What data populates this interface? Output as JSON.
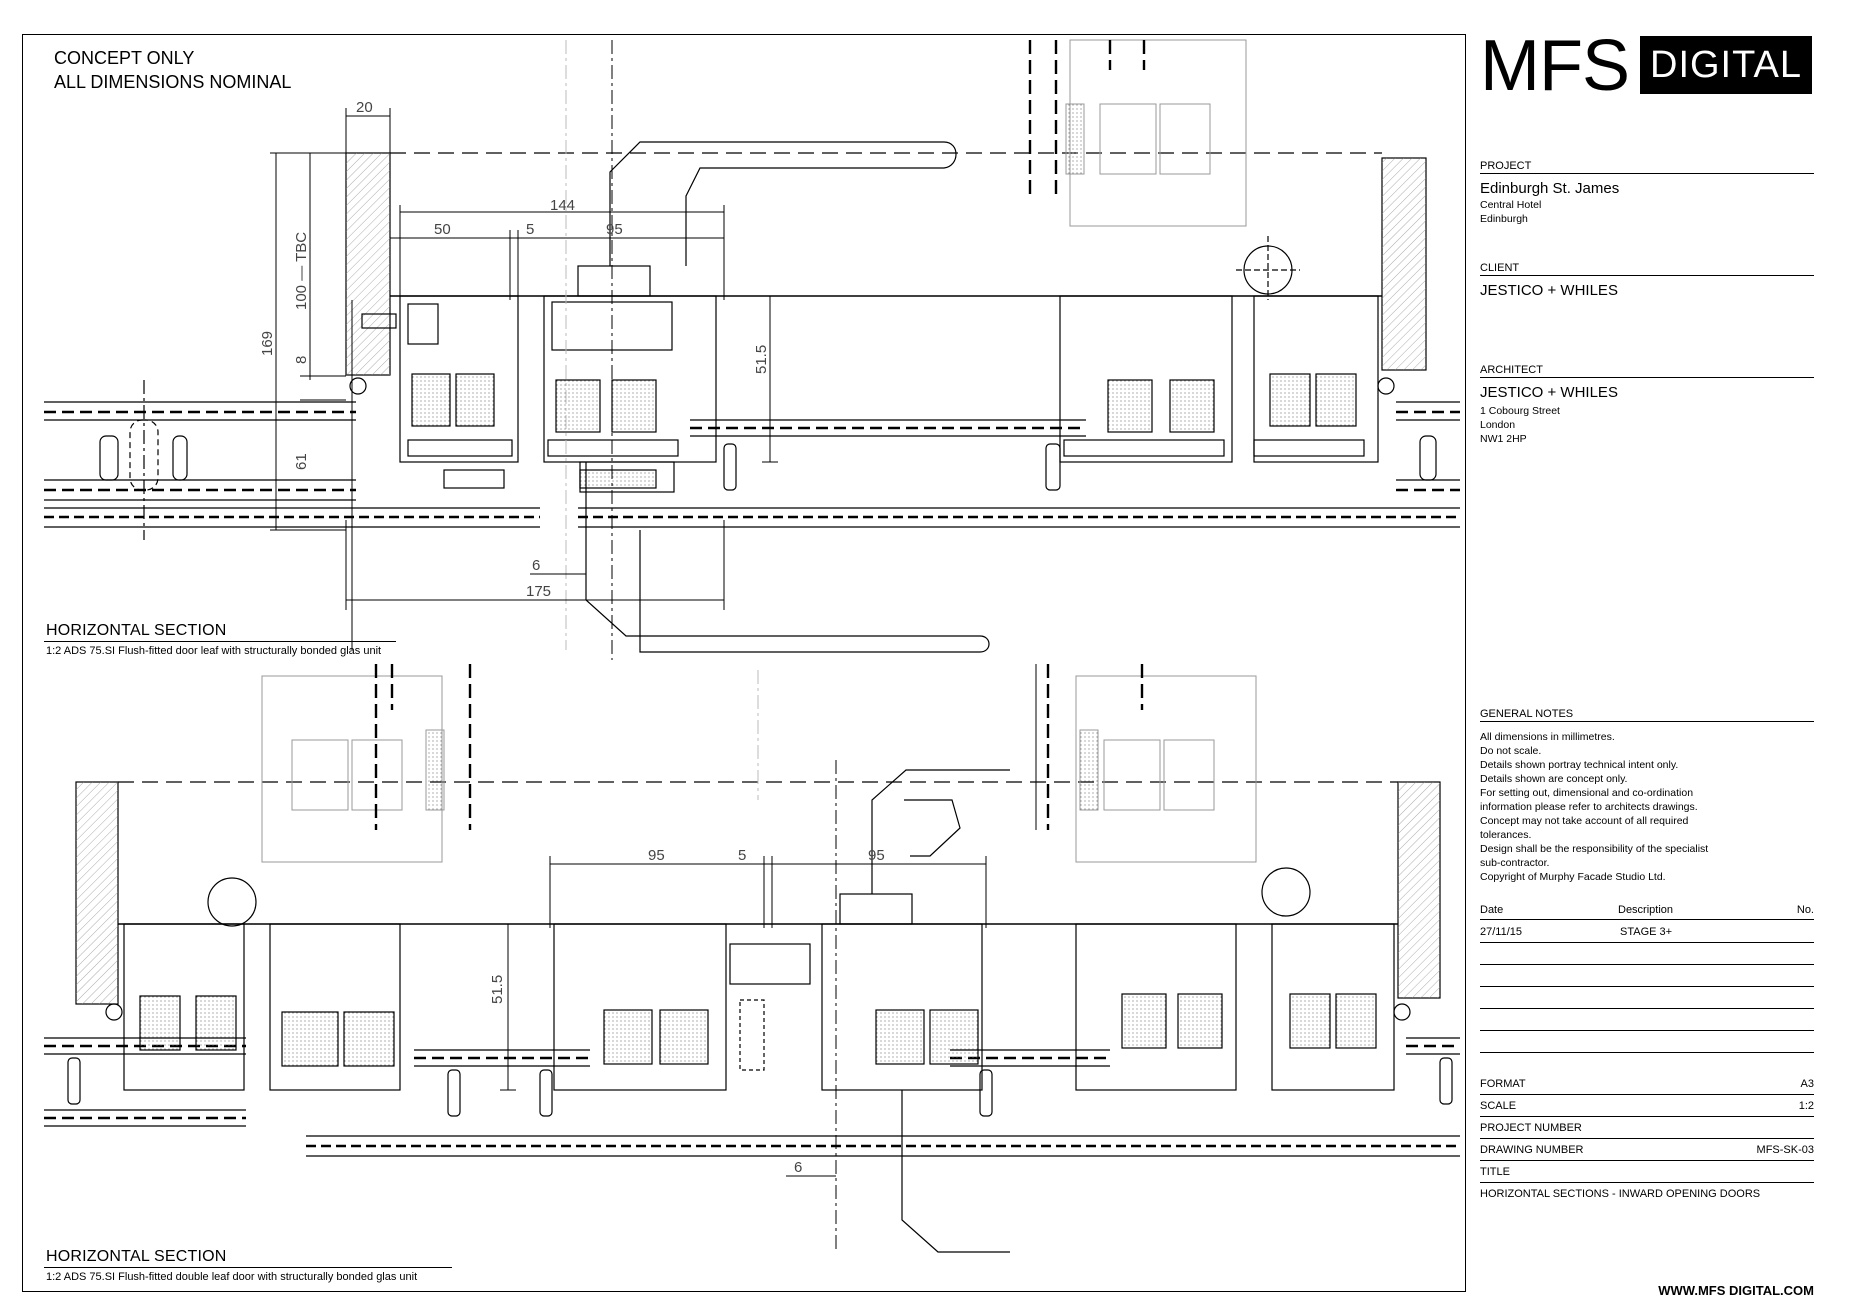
{
  "notes": {
    "line1": "CONCEPT ONLY",
    "line2": "ALL DIMENSIONS NOMINAL"
  },
  "sections": [
    {
      "title": "HORIZONTAL SECTION",
      "subtitle": "1:2   ADS 75.SI Flush-fitted door leaf with structurally bonded glas unit"
    },
    {
      "title": "HORIZONTAL SECTION",
      "subtitle": "1:2   ADS 75.SI Flush-fitted double leaf door with structurally bonded glas unit"
    }
  ],
  "dimensions": {
    "top": {
      "d20": "20",
      "d144": "144",
      "d50": "50",
      "d5": "5",
      "d95": "95",
      "tbc": "100 — TBC",
      "d169": "169",
      "d8": "8",
      "d61": "61",
      "d51_5": "51.5",
      "d6": "6",
      "d175": "175"
    },
    "bottom": {
      "d95a": "95",
      "d5": "5",
      "d95b": "95",
      "d51_5": "51.5",
      "d6": "6"
    }
  },
  "titleblock": {
    "logo_left": "MFS",
    "logo_right": "DIGITAL",
    "project_label": "PROJECT",
    "project_name": "Edinburgh St. James",
    "project_lines": [
      "Central Hotel",
      "Edinburgh"
    ],
    "client_label": "CLIENT",
    "client_name": "JESTICO + WHILES",
    "architect_label": "ARCHITECT",
    "architect_name": "JESTICO + WHILES",
    "architect_lines": [
      "1 Cobourg Street",
      "London",
      "NW1 2HP"
    ],
    "notes_label": "GENERAL NOTES",
    "notes_lines": [
      "All dimensions in millimetres.",
      "Do not scale.",
      "Details shown portray technical intent only.",
      "Details shown are concept only.",
      "For setting out, dimensional and co-ordination",
      "information please refer to architects drawings.",
      "Concept may not take account of all required",
      "tolerances.",
      "Design shall be the responsibility of the specialist",
      "sub-contractor.",
      "Copyright of Murphy Facade Studio Ltd."
    ],
    "rev_headers": {
      "date": "Date",
      "description": "Description",
      "no": "No."
    },
    "rev_row": {
      "date": "27/11/15",
      "description": "STAGE 3+"
    },
    "format_label": "FORMAT",
    "format_value": "A3",
    "scale_label": "SCALE",
    "scale_value": "1:2",
    "project_number_label": "PROJECT NUMBER",
    "drawing_number_label": "DRAWING NUMBER",
    "drawing_number_value": "MFS-SK-03",
    "title_label": "TITLE",
    "title_value": "HORIZONTAL SECTIONS - INWARD OPENING DOORS",
    "website": "WWW.MFS DIGITAL.COM"
  }
}
